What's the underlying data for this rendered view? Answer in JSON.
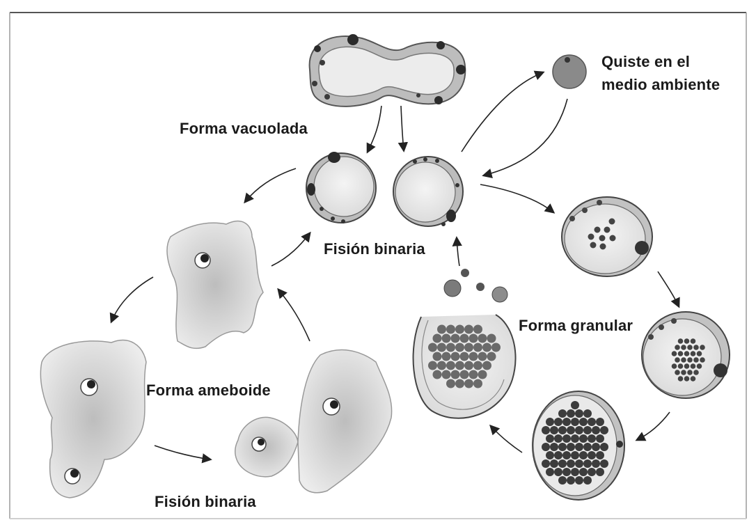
{
  "labels": {
    "forma_vacuolada": "Forma vacuolada",
    "quiste_line1": "Quiste en el",
    "quiste_line2": "medio ambiente",
    "fision_binaria_top": "Fisión binaria",
    "forma_granular": "Forma granular",
    "forma_ameboide": "Forma ameboide",
    "fision_binaria_bottom": "Fisión binaria"
  },
  "colors": {
    "cell_fill": "#e8e8e8",
    "ring": "#b4b4b4",
    "nucleus": "#2b2b2b",
    "granule_dark": "#555555",
    "granule_mid": "#8c8c8c",
    "amoeba_fill": "#d6d6d6",
    "arrow": "#222222"
  }
}
